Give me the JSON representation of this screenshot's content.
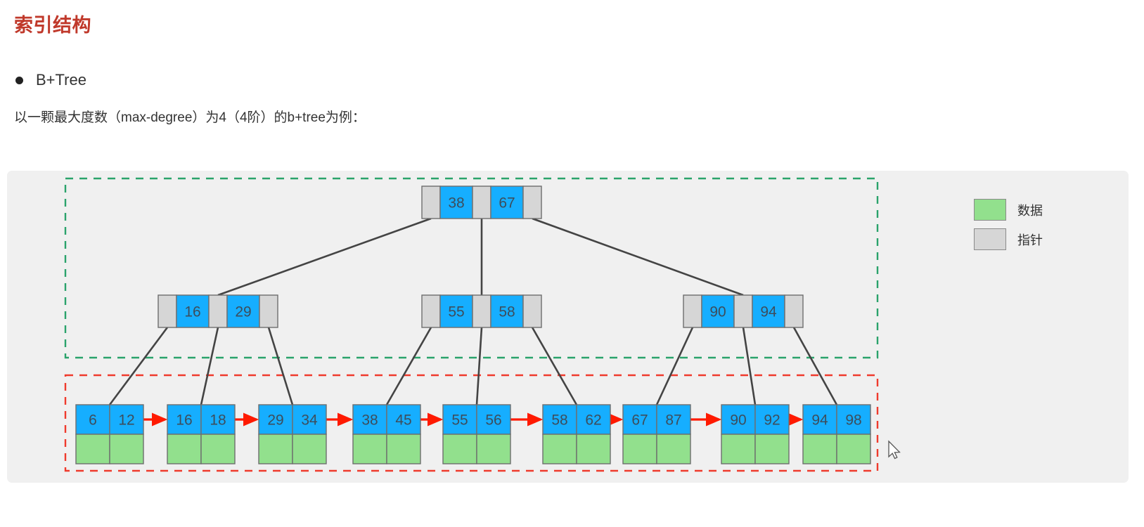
{
  "page": {
    "title": "索引结构",
    "bullet": "B+Tree",
    "intro": "以一颗最大度数（max-degree）为4（4阶）的b+tree为例："
  },
  "legend": {
    "items": [
      {
        "swatch": "data-swatch",
        "label": "数据",
        "color": "#92e08d"
      },
      {
        "swatch": "pointer-swatch",
        "label": "指针",
        "color": "#d6d6d6"
      }
    ]
  },
  "colors": {
    "key_cell": "#16aeff",
    "data_cell": "#92e08d",
    "pointer_cell": "#d6d6d6",
    "cell_border": "#6e6e6e",
    "edge": "#444444",
    "leaf_link": "#ff1a00",
    "internal_box": "#2aa36b",
    "leaf_box": "#ef3b2d",
    "card_bg": "#f0f0f0",
    "title": "#c0392b"
  },
  "chart_data": {
    "type": "diagram",
    "title": "B+Tree (max-degree 4)",
    "root": {
      "name": "root-node",
      "keys": [
        "38",
        "67"
      ],
      "pointers": 3
    },
    "internal": [
      {
        "name": "internal-node-1",
        "keys": [
          "16",
          "29"
        ],
        "pointers": 3
      },
      {
        "name": "internal-node-2",
        "keys": [
          "55",
          "58"
        ],
        "pointers": 3
      },
      {
        "name": "internal-node-3",
        "keys": [
          "90",
          "94"
        ],
        "pointers": 3
      }
    ],
    "leaves": [
      {
        "name": "leaf-node-1",
        "keys": [
          "6",
          "12"
        ]
      },
      {
        "name": "leaf-node-2",
        "keys": [
          "16",
          "18"
        ]
      },
      {
        "name": "leaf-node-3",
        "keys": [
          "29",
          "34"
        ]
      },
      {
        "name": "leaf-node-4",
        "keys": [
          "38",
          "45"
        ]
      },
      {
        "name": "leaf-node-5",
        "keys": [
          "55",
          "56"
        ]
      },
      {
        "name": "leaf-node-6",
        "keys": [
          "58",
          "62"
        ]
      },
      {
        "name": "leaf-node-7",
        "keys": [
          "67",
          "87"
        ]
      },
      {
        "name": "leaf-node-8",
        "keys": [
          "90",
          "92"
        ]
      },
      {
        "name": "leaf-node-9",
        "keys": [
          "94",
          "98"
        ]
      }
    ],
    "regions": [
      {
        "name": "internal-region",
        "style": "green-dashed"
      },
      {
        "name": "leaf-region",
        "style": "red-dashed"
      }
    ]
  }
}
